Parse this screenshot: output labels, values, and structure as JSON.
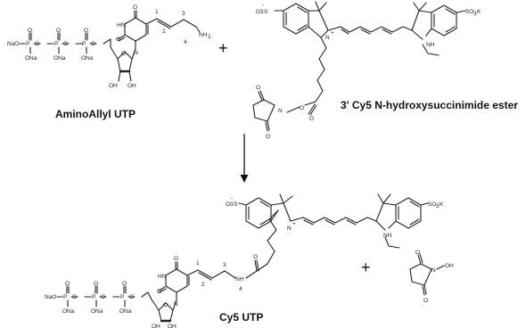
{
  "molecules": {
    "aminoallyl_utp": "AminoAllyl UTP",
    "cy5_nhs_ester": "3' Cy5 N-hydroxysuccinimide ester",
    "cy5_utp": "Cy5 UTP"
  }
}
